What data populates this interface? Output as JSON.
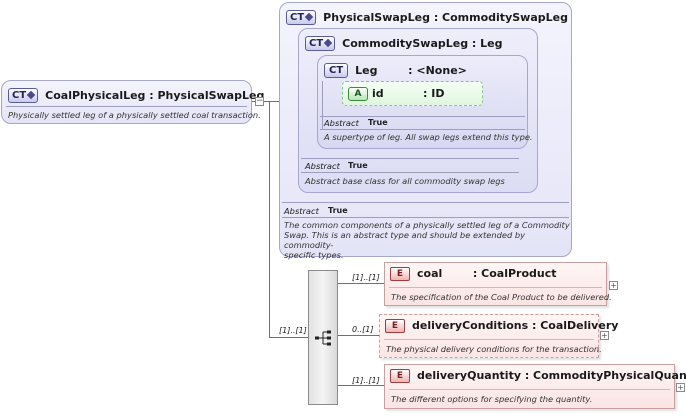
{
  "colors": {
    "complex_type_bg": "#e4e4f7",
    "complex_type_border": "#a6a6cf",
    "element_bg": "#fbe4e4",
    "element_badge": "#a33d3d",
    "attribute_bg": "#e0f6e0"
  },
  "icons": {
    "complex_type_badge": "CT",
    "attribute_badge": "A",
    "element_badge": "E",
    "sequence_icon": "sequence-compositor-icon",
    "expand_icon": "plus-box"
  },
  "root": {
    "badge": "CT",
    "title": "CoalPhysicalLeg : PhysicalSwapLeg",
    "doc": "Physically settled leg of a physically settled coal transaction."
  },
  "physical_swap_leg": {
    "badge": "CT",
    "title": "PhysicalSwapLeg : CommoditySwapLeg",
    "abstract_label": "Abstract",
    "abstract_value": "True",
    "doc_lines": [
      "The common components of a physically settled leg of a Commodity",
      "Swap. This is an abstract type and should be extended by commodity-",
      "specific types."
    ]
  },
  "commodity_swap_leg": {
    "badge": "CT",
    "title": "CommoditySwapLeg : Leg",
    "abstract_label": "Abstract",
    "abstract_value": "True",
    "doc": "Abstract base class for all commodity swap legs"
  },
  "leg": {
    "badge": "CT",
    "title": "Leg        : <None>",
    "attribute": {
      "badge": "A",
      "name": "id",
      "type": ": ID"
    },
    "abstract_label": "Abstract",
    "abstract_value": "True",
    "doc": "A supertype of leg. All swap legs extend this type."
  },
  "sequence": {
    "multiplicity": "[1]..[1]"
  },
  "elements": [
    {
      "badge": "E",
      "title": "coal        : CoalProduct",
      "multiplicity": "[1]..[1]",
      "doc": "The specification of the Coal Product to be delivered.",
      "optional": false
    },
    {
      "badge": "E",
      "title": "deliveryConditions : CoalDelivery",
      "multiplicity": "0..[1]",
      "doc": "The physical delivery conditions for the transaction.",
      "optional": true
    },
    {
      "badge": "E",
      "title": "deliveryQuantity : CommodityPhysicalQuantity",
      "multiplicity": "[1]..[1]",
      "doc": "The different options for specifying the quantity.",
      "optional": false
    }
  ]
}
